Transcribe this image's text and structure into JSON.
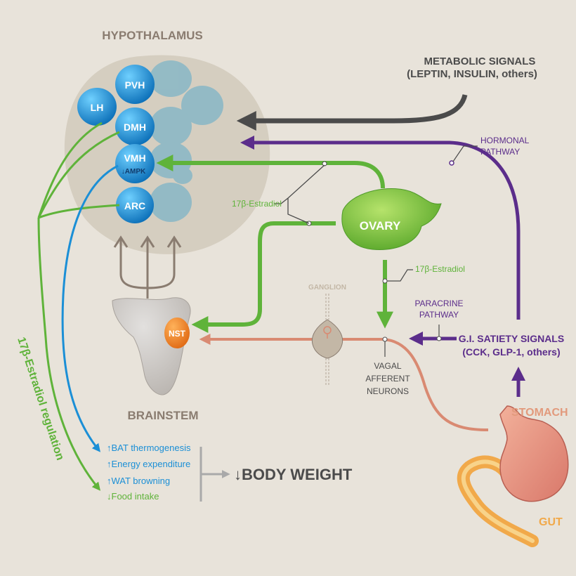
{
  "labels": {
    "hypothalamus": "HYPOTHALAMUS",
    "brainstem": "BRAINSTEM",
    "ovary": "OVARY",
    "stomach": "STOMACH",
    "gut": "GUT",
    "ganglion": "GANGLION",
    "nst": "NST"
  },
  "nuclei": {
    "lh": "LH",
    "pvh": "PVH",
    "dmh": "DMH",
    "vmh": "VMH",
    "ampk": "↓AMPK",
    "arc": "ARC"
  },
  "metabolic_signals": {
    "line1": "METABOLIC SIGNALS",
    "line2": "(LEPTIN, INSULIN, others)"
  },
  "hormonal_pathway": {
    "line1": "HORMONAL",
    "line2": "PATHWAY"
  },
  "paracrine_pathway": {
    "line1": "PARACRINE",
    "line2": "PATHWAY"
  },
  "gi_satiety": {
    "line1": "G.I. SATIETY SIGNALS",
    "line2": "(CCK, GLP-1, others)"
  },
  "vagal": {
    "line1": "VAGAL",
    "line2": "AFFERENT",
    "line3": "NEURONS"
  },
  "estradiol_left": "17β-Estradiol",
  "estradiol_ovary": "17β-Estradiol",
  "estradiol_regulation": "17β-Estradiol regulation",
  "outcomes": {
    "bat": "↑BAT thermogenesis",
    "energy": "↑Energy expenditure",
    "wat": "↑WAT browning",
    "food": "↓Food intake"
  },
  "body_weight": "↓BODY WEIGHT",
  "colors": {
    "background": "#e8e3da",
    "estradiol_green": "#5fb33a",
    "nucleus_blue": "#1b8fd6",
    "hormonal_purple": "#5b2d8b",
    "vagal_salmon": "#d98a72",
    "metabolic_dark": "#4b4b4b"
  }
}
